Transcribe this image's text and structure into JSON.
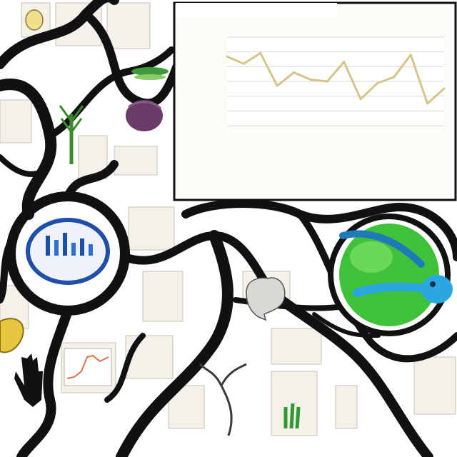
{
  "panel": {
    "title": "",
    "subtitle": ""
  },
  "chart_data": {
    "type": "line",
    "x": [
      0,
      1,
      2,
      3,
      4,
      5,
      6,
      7,
      8,
      9,
      10,
      11,
      12,
      13
    ],
    "series": [
      {
        "values": [
          0.78,
          0.7,
          0.82,
          0.45,
          0.6,
          0.52,
          0.5,
          0.72,
          0.3,
          0.48,
          0.55,
          0.8,
          0.25,
          0.42
        ]
      }
    ],
    "title": "",
    "xlabel": "",
    "ylabel": "",
    "ylim": [
      0,
      1
    ],
    "grid": true,
    "line_color": "#d8c48a"
  },
  "colors": {
    "ink": "#111111",
    "leaf_green": "#3fc23a",
    "fish_blue": "#2aa7e0",
    "purple": "#6b3b6b",
    "chart_blue": "#1f4fa8",
    "paper": "#f3f1ea"
  },
  "icons": [
    "beetle-icon",
    "leaf-cell-icon",
    "brain-icon",
    "plant-icon",
    "hand-icon",
    "eggplant-icon"
  ]
}
